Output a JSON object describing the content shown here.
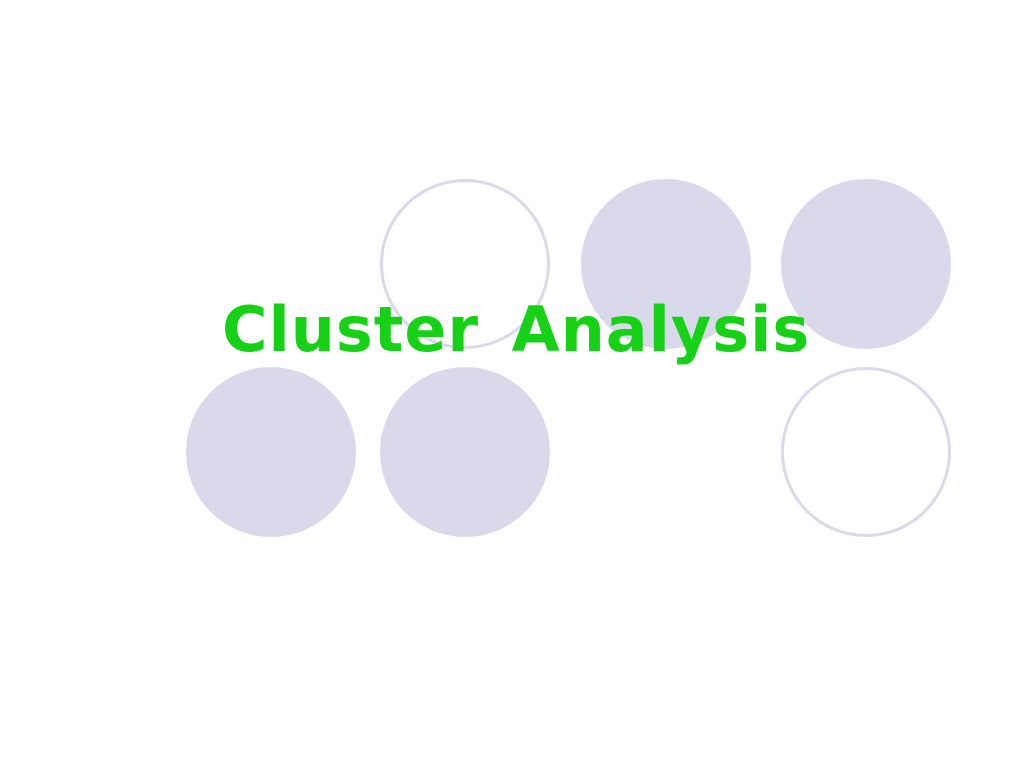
{
  "slide": {
    "title": "Cluster Analysis"
  },
  "colors": {
    "title": "#16d116",
    "circle_fill": "#dad9ec",
    "background": "#ffffff"
  },
  "decoration": {
    "circles": [
      {
        "name": "circle-top-left",
        "style": "outline"
      },
      {
        "name": "circle-top-middle",
        "style": "filled"
      },
      {
        "name": "circle-top-right",
        "style": "filled"
      },
      {
        "name": "circle-bottom-left",
        "style": "filled"
      },
      {
        "name": "circle-bottom-middle",
        "style": "filled"
      },
      {
        "name": "circle-bottom-right",
        "style": "outline"
      }
    ]
  }
}
